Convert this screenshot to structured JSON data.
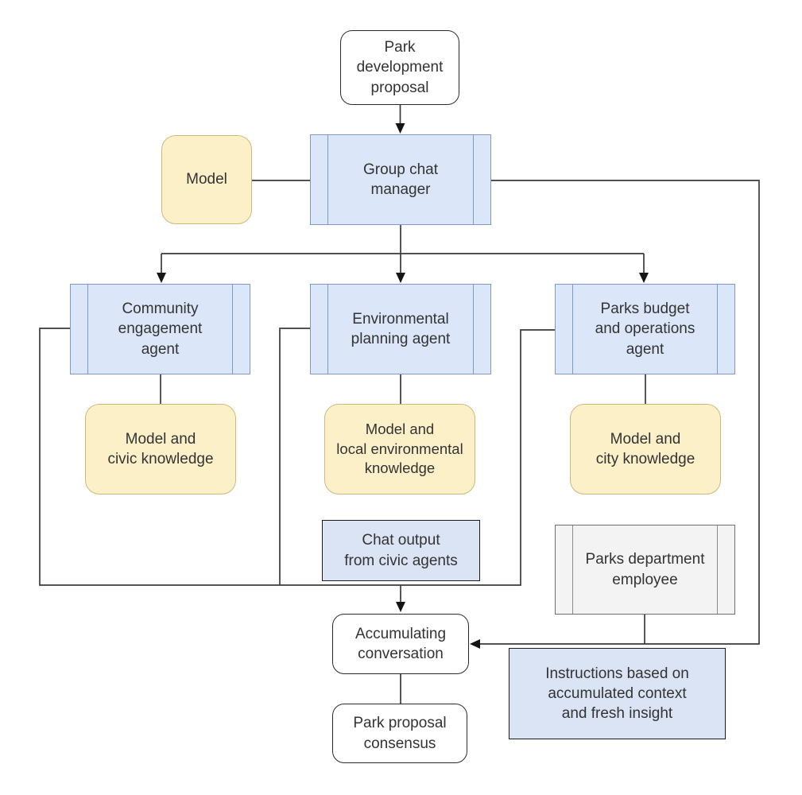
{
  "diagram": {
    "nodes": {
      "park_proposal": {
        "label": "Park\ndevelopment\nproposal"
      },
      "model": {
        "label": "Model"
      },
      "group_chat_manager": {
        "label": "Group chat\nmanager"
      },
      "community_agent": {
        "label": "Community\nengagement\nagent"
      },
      "environmental_agent": {
        "label": "Environmental\nplanning agent"
      },
      "parks_budget_agent": {
        "label": "Parks budget\nand operations\nagent"
      },
      "civic_knowledge": {
        "label": "Model and\ncivic knowledge"
      },
      "env_knowledge": {
        "label": "Model and\nlocal environmental\nknowledge"
      },
      "city_knowledge": {
        "label": "Model and\ncity knowledge"
      },
      "chat_output": {
        "label": "Chat output\nfrom civic agents"
      },
      "parks_employee": {
        "label": "Parks department\nemployee"
      },
      "accumulating": {
        "label": "Accumulating\nconversation"
      },
      "instructions": {
        "label": "Instructions based on\naccumulated context\nand fresh insight"
      },
      "consensus": {
        "label": "Park proposal\nconsensus"
      }
    },
    "colors": {
      "agent_fill": "#dbe7f8",
      "agent_border": "#7d9bc9",
      "knowledge_fill": "#fcf0c9",
      "knowledge_border": "#cdb97c",
      "employee_fill": "#f3f3f3",
      "employee_border": "#6f6f6f",
      "annotation_fill": "#dbe4f4",
      "terminator_fill": "#ffffff",
      "connector_line": "#3a3a3a"
    }
  }
}
